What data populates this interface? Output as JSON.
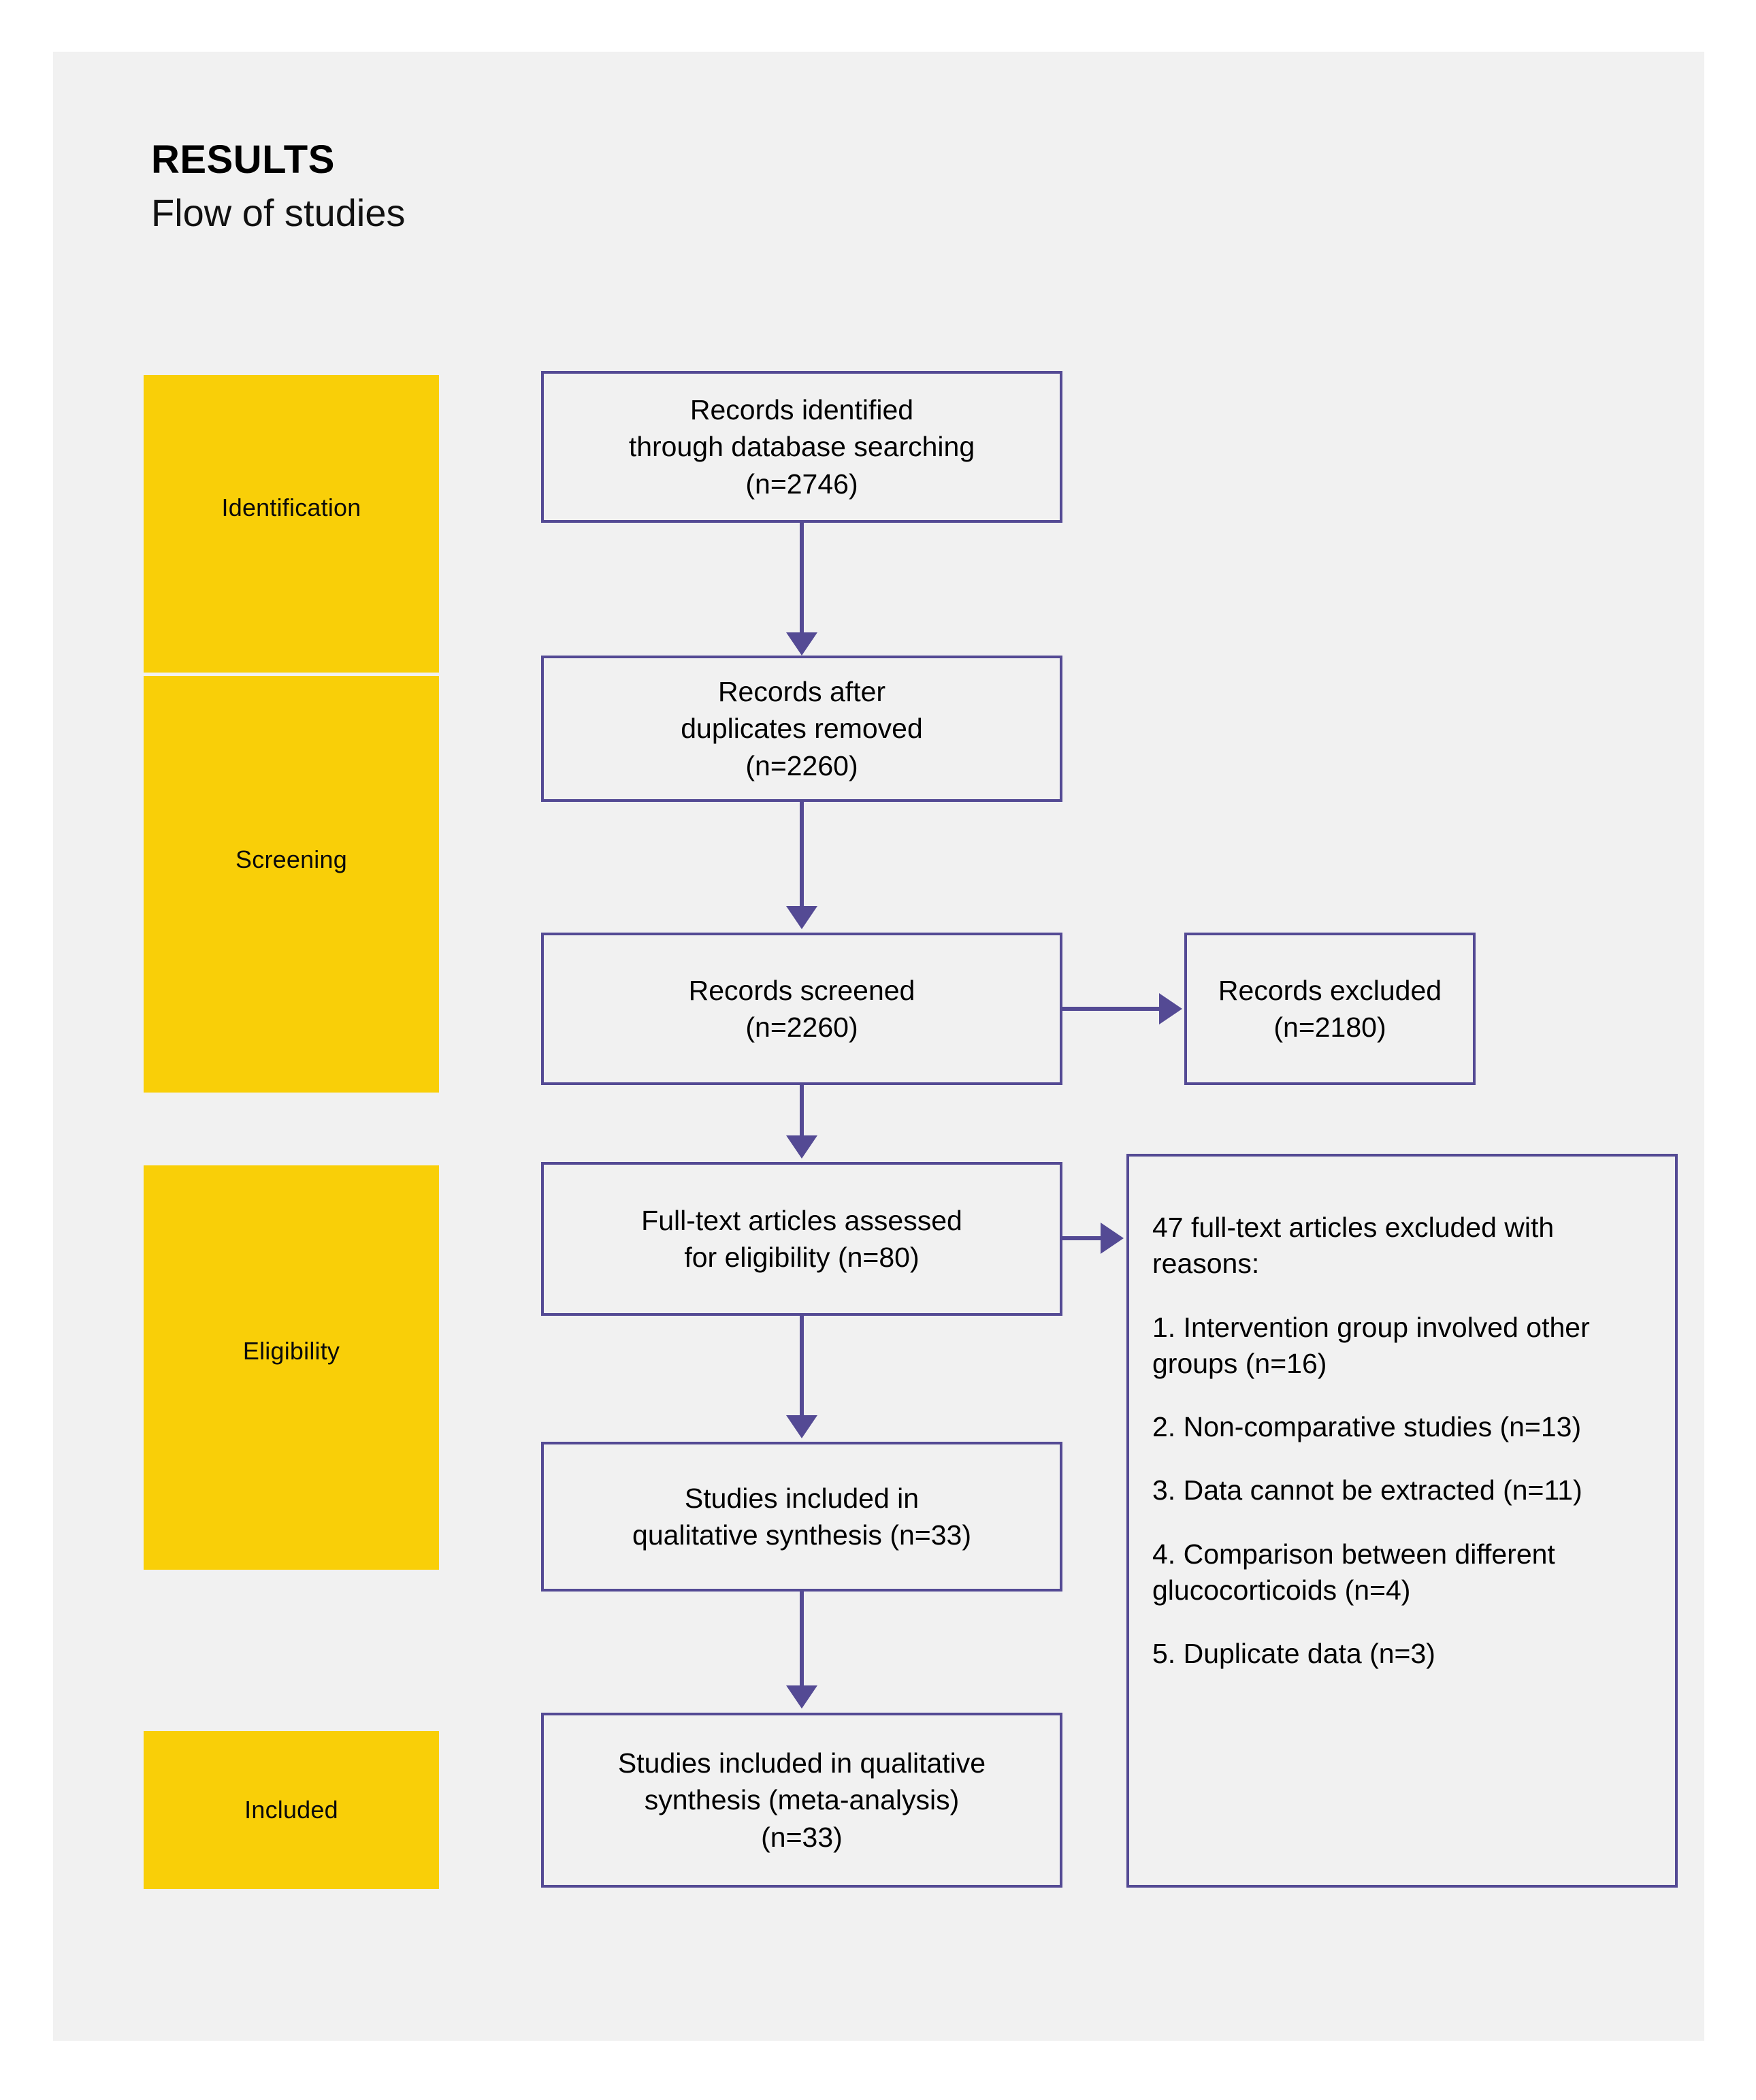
{
  "heading": {
    "title": "RESULTS",
    "subtitle": "Flow of studies"
  },
  "colors": {
    "panel_bg": "#f1f1f1",
    "stage_yellow": "#f9cf08",
    "box_border_purple": "#544a94",
    "text": "#000000"
  },
  "stages": [
    {
      "key": "identification",
      "label": "Identification"
    },
    {
      "key": "screening",
      "label": "Screening"
    },
    {
      "key": "eligibility",
      "label": "Eligibility"
    },
    {
      "key": "included",
      "label": "Included"
    }
  ],
  "boxes": {
    "identified": "Records identified\nthrough database searching\n(n=2746)",
    "duplicates_removed": "Records after\nduplicates removed\n(n=2260)",
    "screened": "Records screened\n(n=2260)",
    "excluded": "Records excluded\n(n=2180)",
    "fulltext_assessed": "Full-text articles assessed\nfor eligibility (n=80)",
    "qualitative": "Studies included in\nqualitative synthesis (n=33)",
    "meta_analysis": "Studies included in qualitative\nsynthesis (meta-analysis)\n(n=33)"
  },
  "reasons": {
    "header": "47 full-text articles excluded with reasons:",
    "items": [
      "1. Intervention group involved other groups (n=16)",
      "2. Non-comparative studies (n=13)",
      "3. Data cannot be extracted (n=11)",
      "4. Comparison between different glucocorticoids (n=4)",
      "5. Duplicate data (n=3)"
    ]
  },
  "chart_data": {
    "type": "table",
    "title": "PRISMA flow of studies",
    "nodes": [
      {
        "id": "identified",
        "stage": "Identification",
        "label": "Records identified through database searching",
        "n": 2746
      },
      {
        "id": "duplicates_removed",
        "stage": "Screening",
        "label": "Records after duplicates removed",
        "n": 2260
      },
      {
        "id": "screened",
        "stage": "Screening",
        "label": "Records screened",
        "n": 2260
      },
      {
        "id": "excluded",
        "stage": "Screening",
        "label": "Records excluded",
        "n": 2180
      },
      {
        "id": "fulltext_assessed",
        "stage": "Eligibility",
        "label": "Full-text articles assessed for eligibility",
        "n": 80
      },
      {
        "id": "fulltext_excluded",
        "stage": "Eligibility",
        "label": "Full-text articles excluded with reasons",
        "n": 47
      },
      {
        "id": "qualitative",
        "stage": "Eligibility",
        "label": "Studies included in qualitative synthesis",
        "n": 33
      },
      {
        "id": "meta_analysis",
        "stage": "Included",
        "label": "Studies included in qualitative synthesis (meta-analysis)",
        "n": 33
      }
    ],
    "exclusion_reasons": [
      {
        "rank": 1,
        "reason": "Intervention group involved other groups",
        "n": 16
      },
      {
        "rank": 2,
        "reason": "Non-comparative studies",
        "n": 13
      },
      {
        "rank": 3,
        "reason": "Data cannot be extracted",
        "n": 11
      },
      {
        "rank": 4,
        "reason": "Comparison between different glucocorticoids",
        "n": 4
      },
      {
        "rank": 5,
        "reason": "Duplicate data",
        "n": 3
      }
    ],
    "edges": [
      {
        "from": "identified",
        "to": "duplicates_removed"
      },
      {
        "from": "duplicates_removed",
        "to": "screened"
      },
      {
        "from": "screened",
        "to": "excluded"
      },
      {
        "from": "screened",
        "to": "fulltext_assessed"
      },
      {
        "from": "fulltext_assessed",
        "to": "fulltext_excluded"
      },
      {
        "from": "fulltext_assessed",
        "to": "qualitative"
      },
      {
        "from": "qualitative",
        "to": "meta_analysis"
      }
    ]
  }
}
